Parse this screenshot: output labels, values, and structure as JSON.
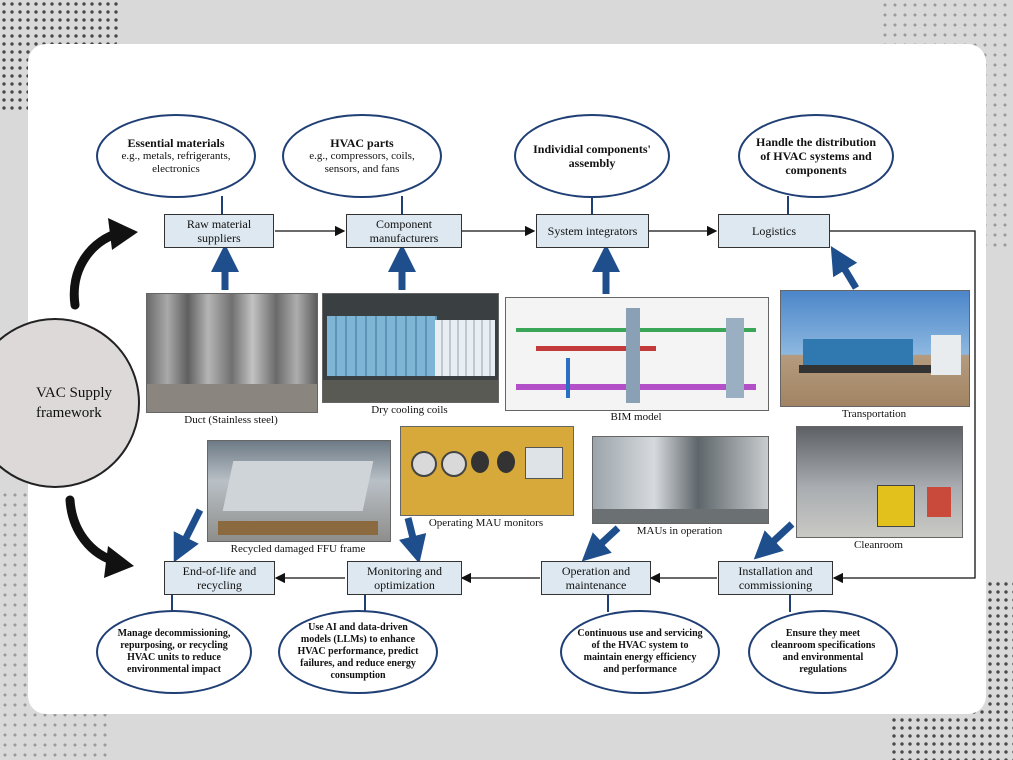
{
  "diagram": {
    "circle_label": "VAC Supply\nframework",
    "stages_top": [
      {
        "id": "raw",
        "label": "Raw material suppliers"
      },
      {
        "id": "comp",
        "label": "Component manufacturers"
      },
      {
        "id": "sys",
        "label": "System integrators"
      },
      {
        "id": "log",
        "label": "Logistics"
      }
    ],
    "stages_bottom": [
      {
        "id": "install",
        "label": "Installation and commissioning"
      },
      {
        "id": "operate",
        "label": "Operation and maintenance"
      },
      {
        "id": "monitor",
        "label": "Monitoring and optimization"
      },
      {
        "id": "eol",
        "label": "End-of-life and recycling"
      }
    ],
    "bubbles_top": [
      {
        "title": "Essential materials",
        "sub": "e.g., metals, refrigerants, electronics"
      },
      {
        "title": "HVAC parts",
        "sub": "e.g., compressors, coils, sensors, and fans"
      },
      {
        "title": "Individial components' assembly",
        "sub": ""
      },
      {
        "title": "Handle the distribution of HVAC systems and components",
        "sub": ""
      }
    ],
    "bubbles_bottom": [
      {
        "title": "Manage decommissioning, repurposing, or recycling HVAC units to reduce environmental impact"
      },
      {
        "title": "Use AI and data-driven models (LLMs) to enhance HVAC performance, predict failures, and reduce energy consumption"
      },
      {
        "title": "Continuous use and servicing of the HVAC system to maintain energy efficiency and performance"
      },
      {
        "title": "Ensure they meet cleanroom specifications and environmental regulations"
      }
    ],
    "photos": [
      {
        "caption": "Duct (Stainless steel)"
      },
      {
        "caption": "Dry cooling coils"
      },
      {
        "caption": "BIM model"
      },
      {
        "caption": "Transportation"
      },
      {
        "caption": "Recycled damaged FFU frame"
      },
      {
        "caption": "Operating MAU monitors"
      },
      {
        "caption": "MAUs in operation"
      },
      {
        "caption": "Cleanroom"
      }
    ],
    "colors": {
      "box_fill": "#dde8f0",
      "bubble_border": "#1f3f75",
      "arrow_blue": "#1f4e8c"
    }
  }
}
